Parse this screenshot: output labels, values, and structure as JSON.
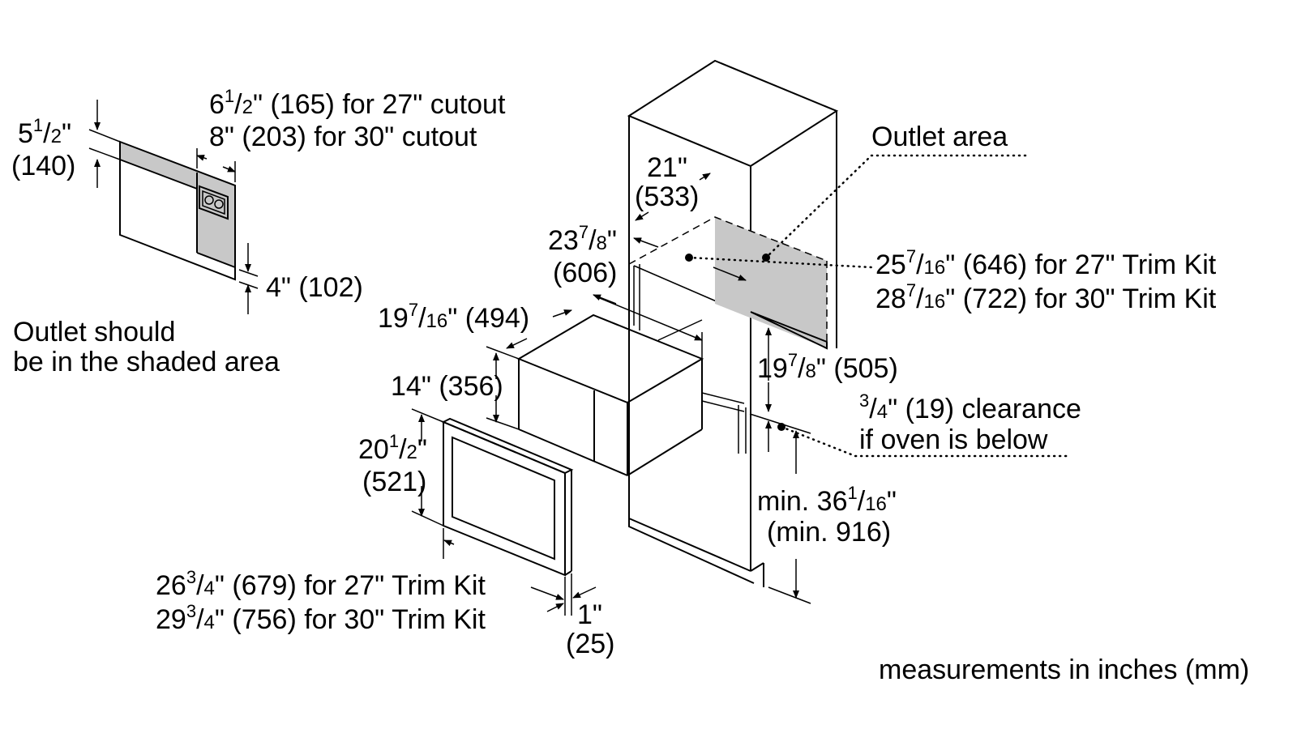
{
  "labels": {
    "outlet_height_in": "5",
    "outlet_height_frac_num": "1",
    "outlet_height_frac_den": "2",
    "outlet_height_unit": "\"",
    "outlet_height_mm": "(140)",
    "outlet_width_27_in": "6",
    "outlet_width_27_frac_num": "1",
    "outlet_width_27_frac_den": "2",
    "outlet_width_27_rest": "\" (165) for 27\" cutout",
    "outlet_width_30": "8\" (203) for 30\" cutout",
    "outlet_bottom": "4\" (102)",
    "outlet_note_line1": "Outlet should",
    "outlet_note_line2": "be in the shaded area",
    "outlet_area": "Outlet area",
    "depth_21": "21\"",
    "depth_21_mm": "(533)",
    "depth_23_in": "23",
    "depth_23_frac_num": "7",
    "depth_23_frac_den": "8",
    "depth_23_unit": "\"",
    "depth_23_mm": "(606)",
    "width_27_in": "25",
    "width_27_frac_num": "7",
    "width_27_frac_den": "16",
    "width_27_rest": "\" (646) for 27\" Trim Kit",
    "width_30_in": "28",
    "width_30_frac_num": "7",
    "width_30_frac_den": "16",
    "width_30_rest": "\" (722) for 30\" Trim Kit",
    "oven_depth_in": "19",
    "oven_depth_frac_num": "7",
    "oven_depth_frac_den": "16",
    "oven_depth_rest": "\" (494)",
    "oven_height": "14\" (356)",
    "cutout_height_in": "19",
    "cutout_height_frac_num": "7",
    "cutout_height_frac_den": "8",
    "cutout_height_rest": "\" (505)",
    "clearance_frac_num": "3",
    "clearance_frac_den": "4",
    "clearance_rest": "\" (19) clearance",
    "clearance_line2": "if oven is below",
    "trim_height_in": "20",
    "trim_height_frac_num": "1",
    "trim_height_frac_den": "2",
    "trim_height_unit": "\"",
    "trim_height_mm": "(521)",
    "min_height_prefix": "min. 36",
    "min_height_frac_num": "1",
    "min_height_frac_den": "16",
    "min_height_unit": "\"",
    "min_height_mm": "(min. 916)",
    "trim_width_27_in": "26",
    "trim_width_27_frac_num": "3",
    "trim_width_27_frac_den": "4",
    "trim_width_27_rest": "\" (679) for 27\" Trim Kit",
    "trim_width_30_in": "29",
    "trim_width_30_frac_num": "3",
    "trim_width_30_frac_den": "4",
    "trim_width_30_rest": "\" (756) for 30\" Trim Kit",
    "trim_depth": "1\"",
    "trim_depth_mm": "(25)",
    "units_note": "measurements in inches (mm)"
  },
  "colors": {
    "line": "#000000",
    "shade": "#c8c8c8",
    "background": "#ffffff"
  }
}
